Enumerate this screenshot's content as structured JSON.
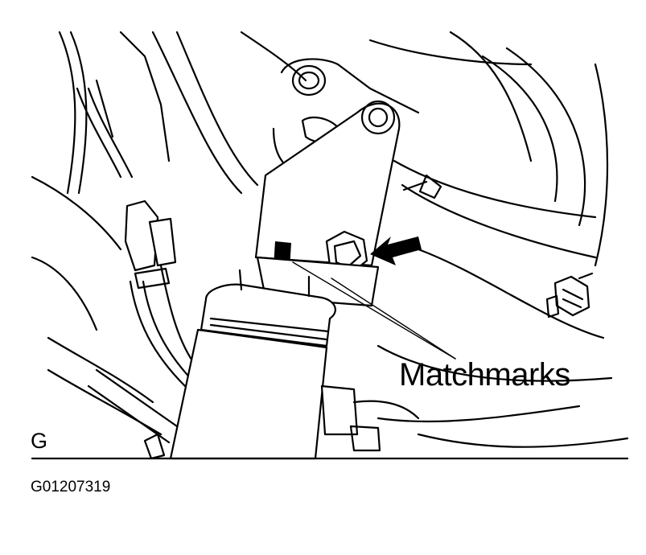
{
  "diagram": {
    "callout_label": "Matchmarks",
    "view_letter": "G",
    "figure_number": "G01207319"
  }
}
